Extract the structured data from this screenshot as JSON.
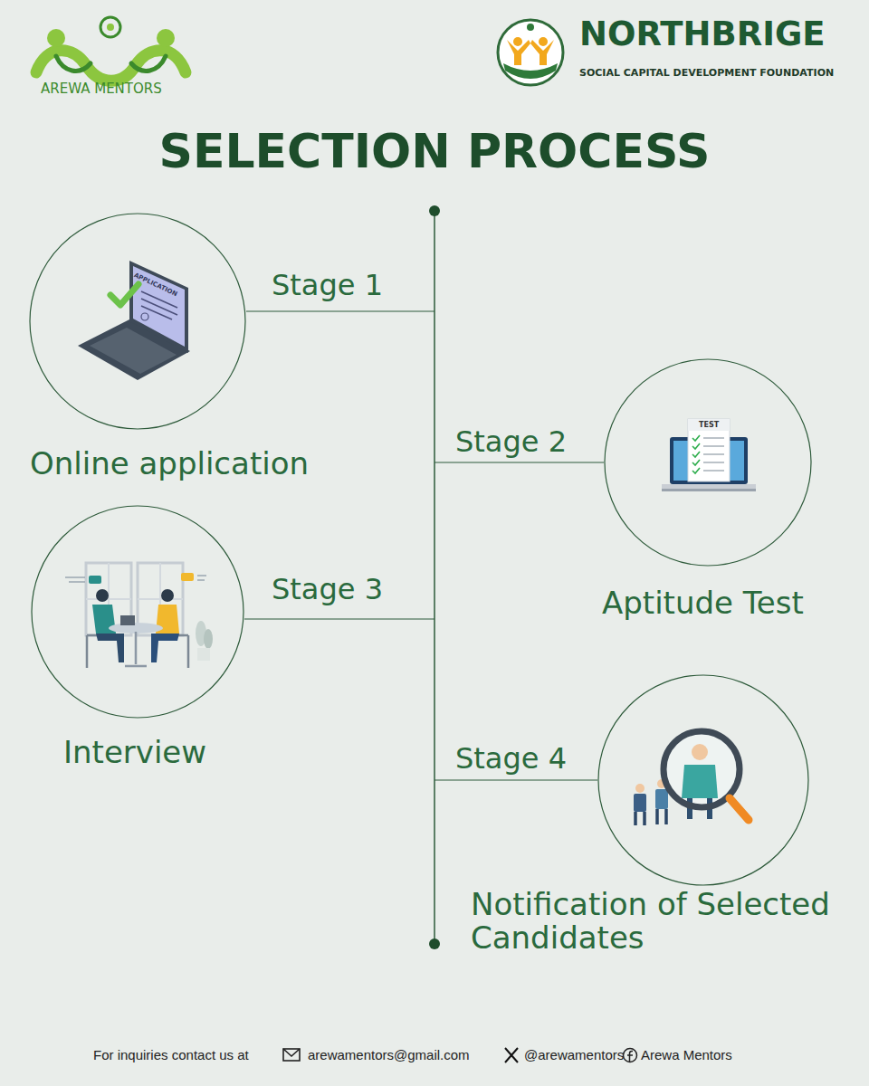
{
  "diagram": {
    "title": "SELECTION PROCESS",
    "nodes": [
      {
        "text": [
          "Online application"
        ]
      },
      {
        "text": [
          "Aptitude Test"
        ]
      },
      {
        "text": [
          "Interview"
        ]
      },
      {
        "text": [
          "Notification of Selected Candidates"
        ]
      }
    ],
    "labels": [
      "AREWA MENTORS",
      "NORTHBRIGE",
      "SOCIAL CAPITAL DEVELOPMENT FOUNDATION",
      "Stage 1",
      "Stage 2",
      "Stage 3",
      "Stage 4",
      "APPLICATION",
      "TEST",
      "For inquiries contact us at",
      "arewamentors@gmail.com",
      "@arewamentors",
      "Arewa Mentors"
    ]
  }
}
